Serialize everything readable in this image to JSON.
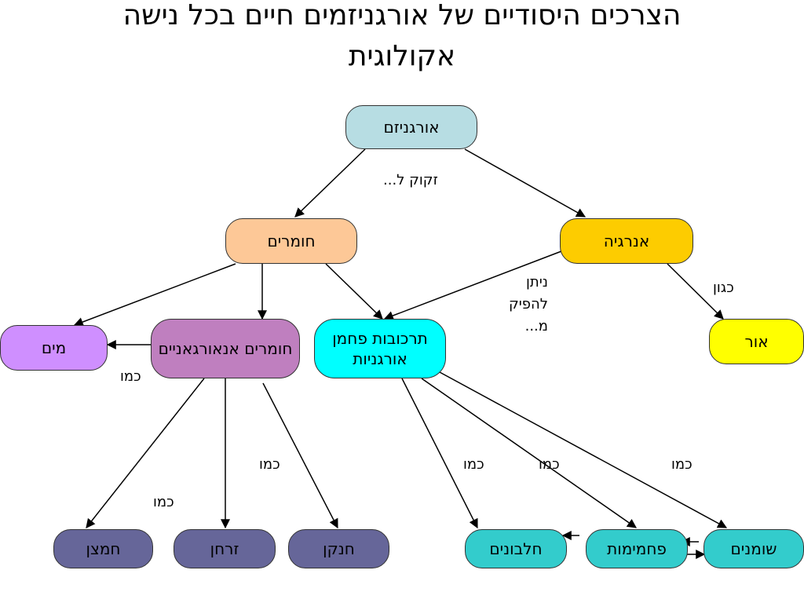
{
  "title": {
    "line1": "הצרכים היסודיים של אורגניזמים חיים בכל נישה",
    "line2": "אקולוגית"
  },
  "nodes": {
    "organism": "אורגניזם",
    "materials": "חומרים",
    "energy": "אנרגיה",
    "water": "מים",
    "inorganic": "חומרים אנאורגאניים",
    "organic": "תרכובות פחמן אורגניות",
    "light": "אור",
    "nitrogen": "חנקן",
    "phosphorus": "זרחן",
    "oxygen": "חמצן",
    "proteins": "חלבונים",
    "carbohydrates": "פחמימות",
    "fats": "שומנים"
  },
  "labels": {
    "needs": "זקוק ל...",
    "can_produce": "ניתן להפיק מ...",
    "such_as_light": "כגון",
    "like_water": "כמו",
    "like_inorganic": "כמו",
    "like_oxygen": "כמו",
    "like_proteins": "כמו",
    "like_carbs": "כמו",
    "like_fats": "כמו"
  },
  "colors": {
    "organism": "#b7dde3",
    "materials": "#fdc897",
    "energy": "#fdcc00",
    "water": "#cf8fff",
    "inorganic": "#bf7fbf",
    "organic": "#00ffff",
    "light": "#ffff00",
    "minerals": "#666699",
    "compounds": "#33cccc"
  }
}
